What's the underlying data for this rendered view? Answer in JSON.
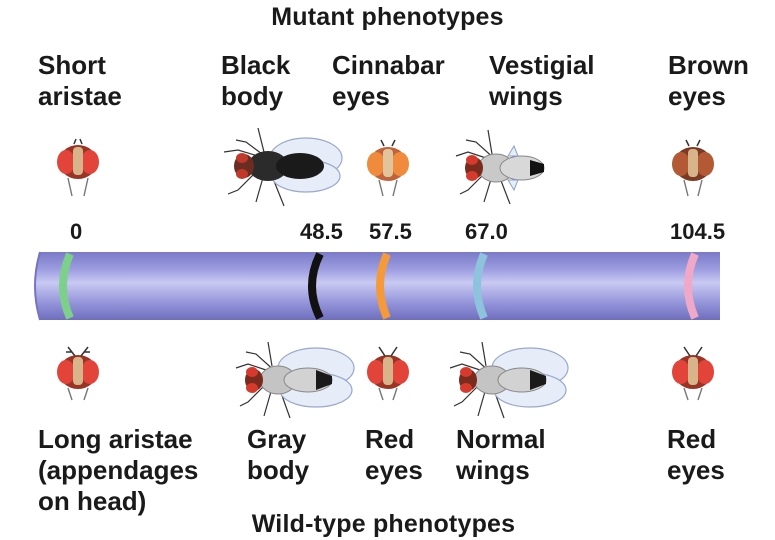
{
  "titles": {
    "mutant": "Mutant phenotypes",
    "wild": "Wild-type phenotypes"
  },
  "mutant_labels": [
    "Short\naristae",
    "Black\nbody",
    "Cinnabar\neyes",
    "Vestigial\nwings",
    "Brown\neyes"
  ],
  "positions": [
    "0",
    "48.5",
    "57.5",
    "67.0",
    "104.5"
  ],
  "wild_labels": [
    "Long aristae\n(appendages\non head)",
    "Gray\nbody",
    "Red\neyes",
    "Normal\nwings",
    "Red\neyes"
  ],
  "colors": {
    "chromosome_body": "#8f8fd6",
    "chromosome_highlight": "#c9c9f2",
    "band_aristae": "#7dcf8c",
    "band_body": "#111111",
    "band_cinnabar": "#f59a3a",
    "band_vestigial": "#8ec3dd",
    "band_brown": "#f0a8c8",
    "fly_eye_red": "#c0392b",
    "fly_body_gray": "#b8b8b8",
    "fly_body_black": "#2a2a2a"
  }
}
